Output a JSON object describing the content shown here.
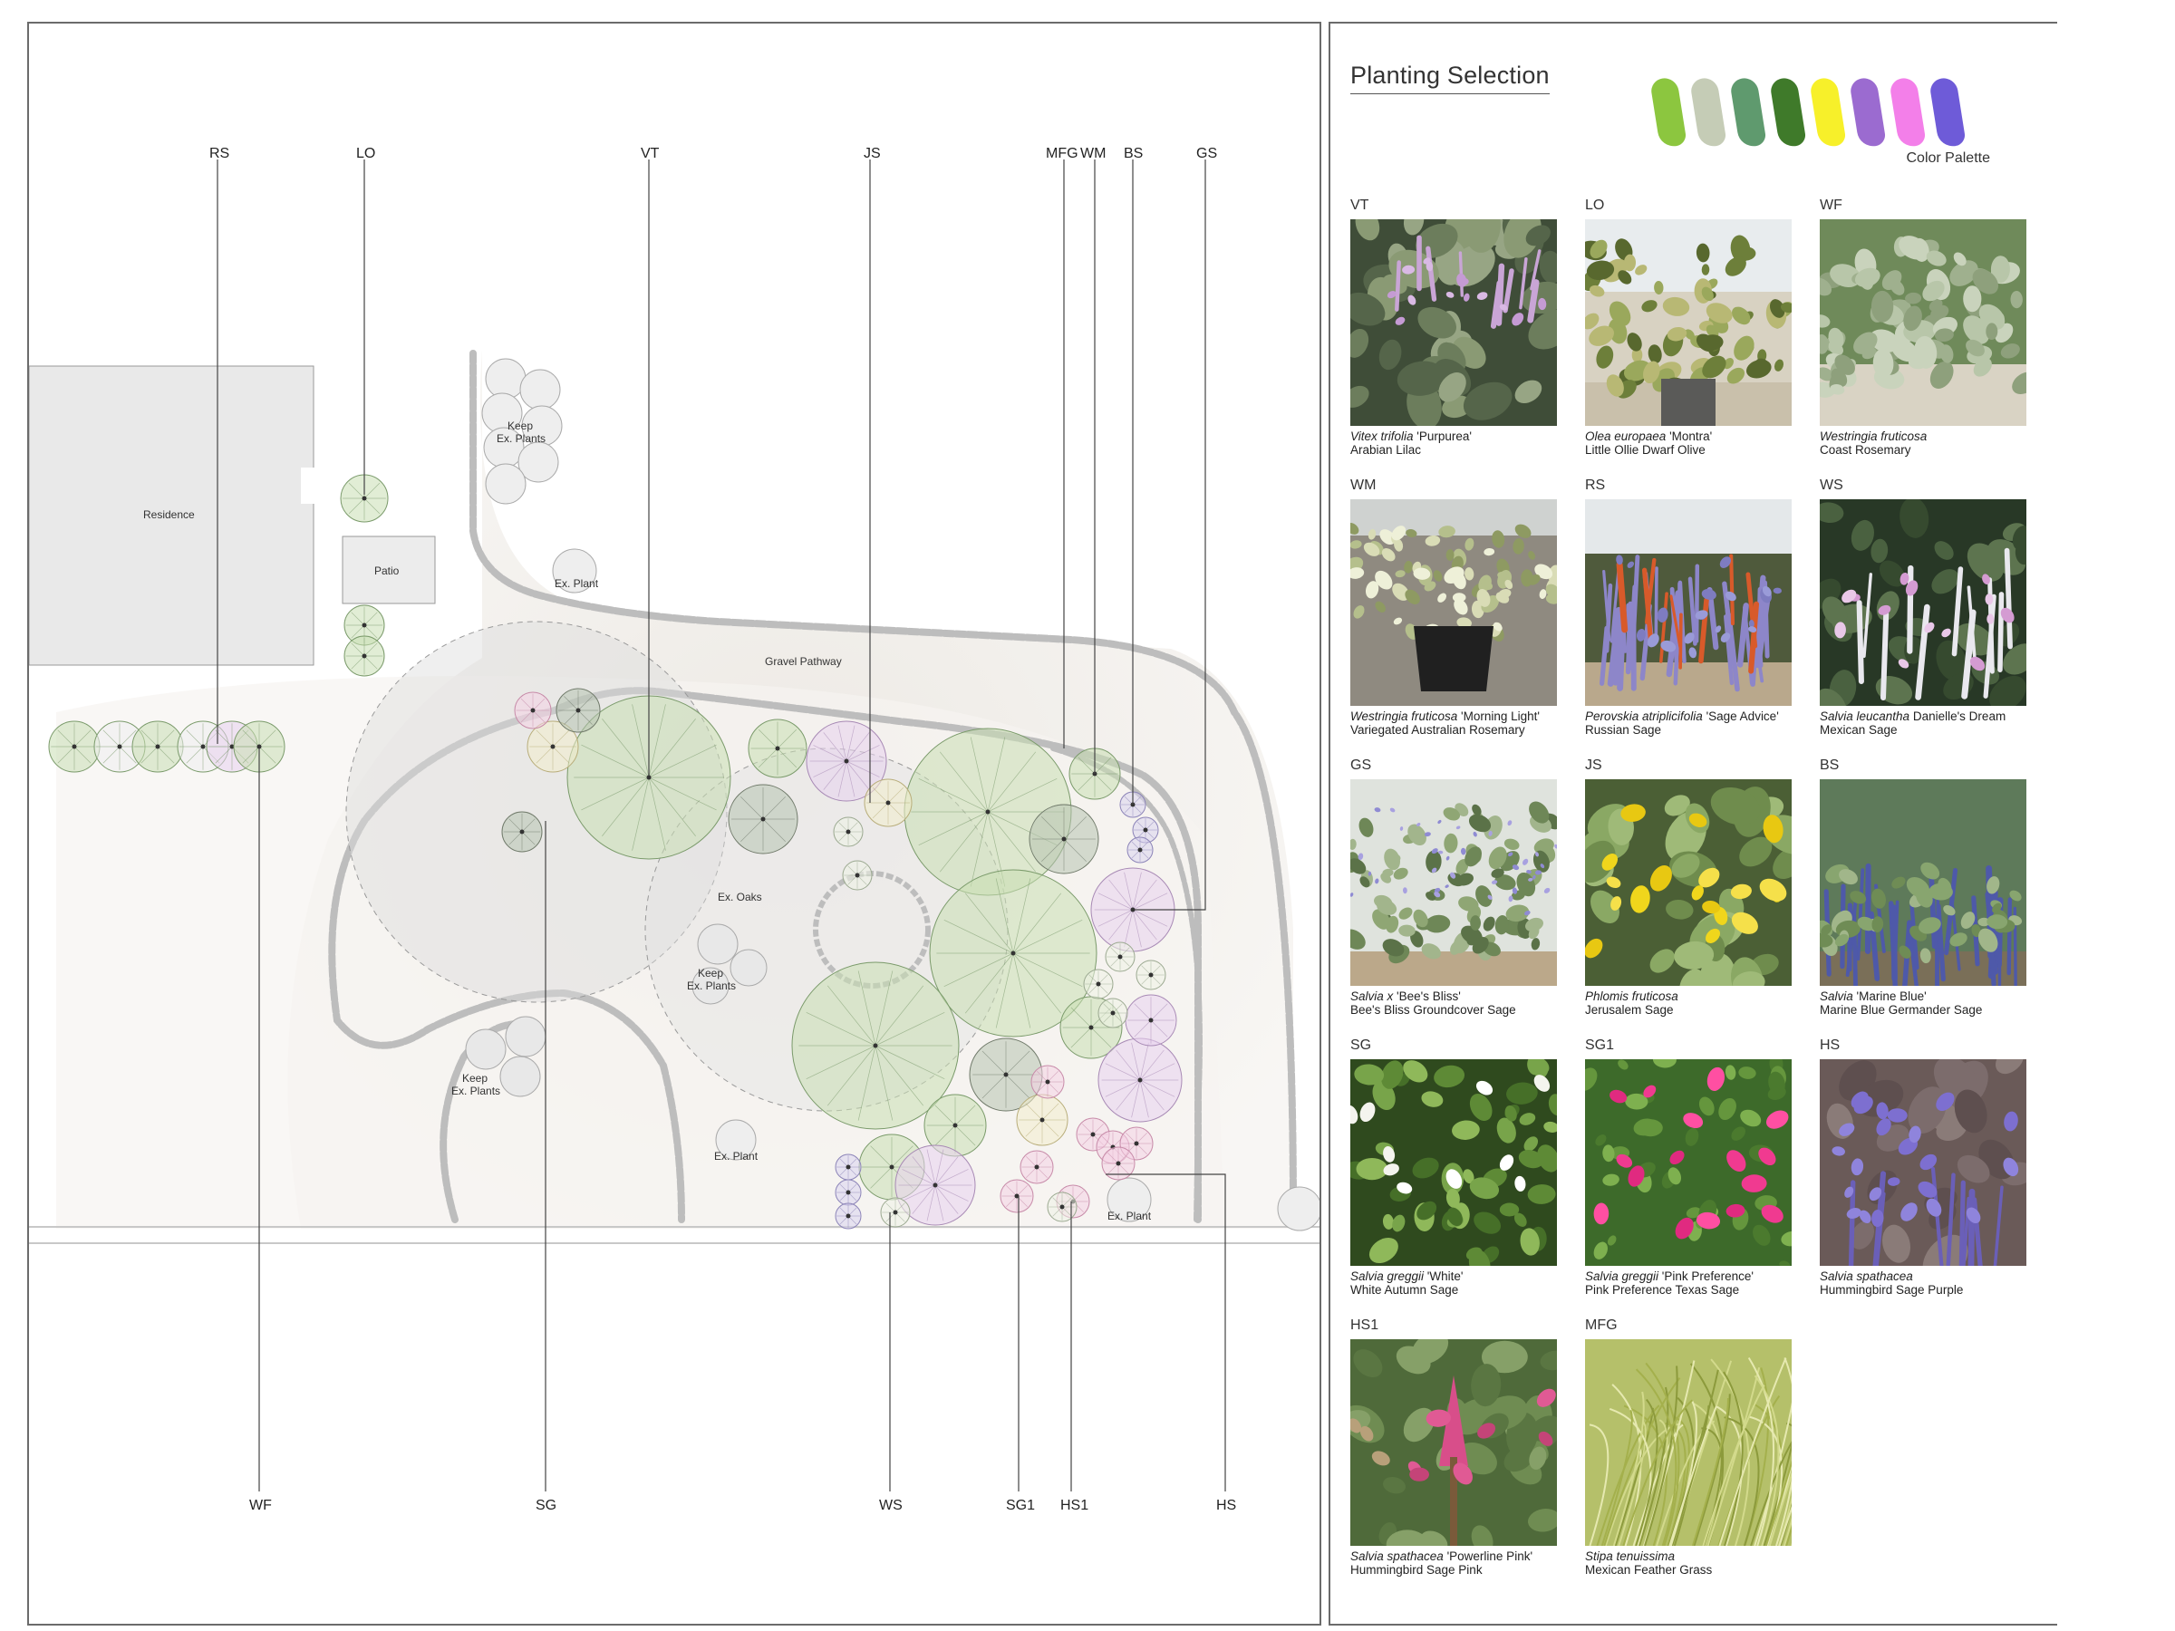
{
  "plan": {
    "labels": {
      "residence": "Residence",
      "patio": "Patio",
      "gravel_pathway": "Gravel Pathway",
      "ex_oaks": "Ex. Oaks",
      "keep_plants_1_line1": "Keep",
      "keep_plants_1_line2": "Ex. Plants",
      "keep_plants_2_line1": "Keep",
      "keep_plants_2_line2": "Ex. Plants",
      "keep_plants_3_line1": "Keep",
      "keep_plants_3_line2": "Ex. Plants",
      "ex_plant_1": "Ex. Plant",
      "ex_plant_2": "Ex. Plant",
      "ex_plant_3": "Ex. Plant"
    },
    "top_callouts": [
      "RS",
      "LO",
      "VT",
      "JS",
      "MFG",
      "WM",
      "BS",
      "GS"
    ],
    "bottom_callouts": [
      "WF",
      "SG",
      "WS",
      "SG1",
      "HS1",
      "HS"
    ]
  },
  "panel": {
    "title": "Planting Selection",
    "palette_caption": "Color Palette",
    "palette_colors": [
      "#8cc63f",
      "#c5ccb6",
      "#5f9a6e",
      "#3f7a2a",
      "#f7f02a",
      "#9b6bd0",
      "#f37fe9",
      "#6e5bd8"
    ]
  },
  "plants": [
    {
      "code": "VT",
      "latin": "Vitex trifolia",
      "cultivar": " 'Purpurea'",
      "common": "Arabian Lilac",
      "photo": "leaf-purple"
    },
    {
      "code": "LO",
      "latin": "Olea europaea",
      "cultivar": " 'Montra'",
      "common": "Little Ollie Dwarf Olive",
      "photo": "olive"
    },
    {
      "code": "WF",
      "latin": "Westringia fruticosa",
      "cultivar": "",
      "common": "Coast Rosemary",
      "photo": "shrub-grey"
    },
    {
      "code": "WM",
      "latin": "Westringia fruticosa",
      "cultivar": " 'Morning Light'",
      "common": "Variegated Australian Rosemary",
      "photo": "potted"
    },
    {
      "code": "RS",
      "latin": "Perovskia atriplicifolia",
      "cultivar": " 'Sage Advice'",
      "common": "Russian Sage",
      "photo": "lavender"
    },
    {
      "code": "WS",
      "latin": "Salvia leucantha",
      "cultivar": " Danielle's Dream",
      "common": "Mexican Sage",
      "photo": "white-spike"
    },
    {
      "code": "GS",
      "latin": "Salvia x",
      "cultivar": " 'Bee's Bliss'",
      "common": "Bee's Bliss Groundcover Sage",
      "photo": "groundcover"
    },
    {
      "code": "JS",
      "latin": "Phlomis fruticosa",
      "cultivar": "",
      "common": "Jerusalem Sage",
      "photo": "yellow"
    },
    {
      "code": "BS",
      "latin": "Salvia",
      "cultivar": " 'Marine Blue'",
      "common": "Marine Blue Germander Sage",
      "photo": "blue-spike"
    },
    {
      "code": "SG",
      "latin": "Salvia greggii",
      "cultivar": " 'White'",
      "common": "White Autumn Sage",
      "photo": "white-flower"
    },
    {
      "code": "SG1",
      "latin": "Salvia greggii",
      "cultivar": " 'Pink Preference'",
      "common": "Pink Preference Texas Sage",
      "photo": "pink-flower"
    },
    {
      "code": "HS",
      "latin": "Salvia spathacea",
      "cultivar": "",
      "common": "Hummingbird Sage Purple",
      "photo": "purple-spike"
    },
    {
      "code": "HS1",
      "latin": "Salvia spathacea",
      "cultivar": " 'Powerline Pink'",
      "common": "Hummingbird Sage Pink",
      "photo": "pink-spike"
    },
    {
      "code": "MFG",
      "latin": "Stipa tenuissima",
      "cultivar": "",
      "common": "Mexican Feather Grass",
      "photo": "grass"
    }
  ]
}
